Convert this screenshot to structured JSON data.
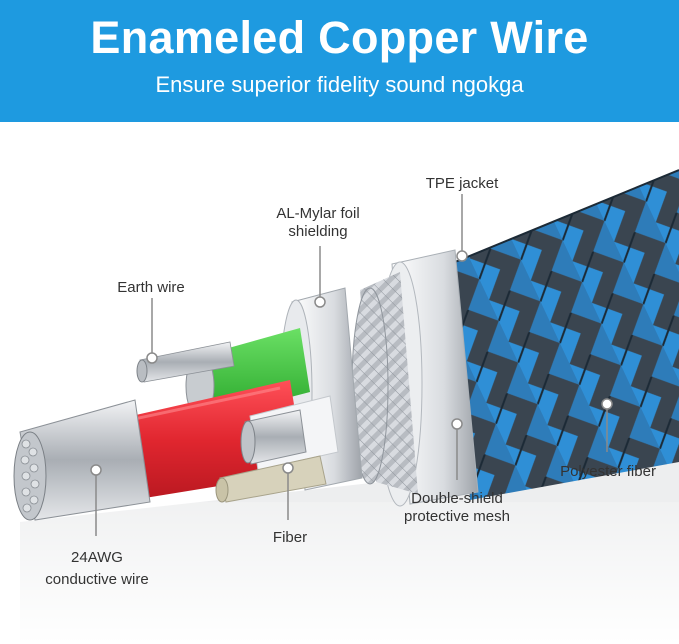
{
  "header": {
    "title": "Enameled Copper Wire",
    "subtitle": "Ensure superior fidelity sound ngokga"
  },
  "labels": {
    "tpe_jacket": "TPE jacket",
    "al_mylar_line1": "AL-Mylar foil",
    "al_mylar_line2": "shielding",
    "earth_wire": "Earth wire",
    "polyester_fiber": "Polyester fiber",
    "double_shield_line1": "Double-shield",
    "double_shield_line2": "protective mesh",
    "fiber": "Fiber",
    "awg_line1": "24AWG",
    "awg_line2": "conductive wire"
  },
  "colors": {
    "banner": "#1e9ae0",
    "jacket_blue": "#2f8fd6",
    "jacket_dark": "#3a4550",
    "red_insulation": "#e0262f",
    "green_insulation": "#3ec43a",
    "silver": "#c8ccd0"
  }
}
